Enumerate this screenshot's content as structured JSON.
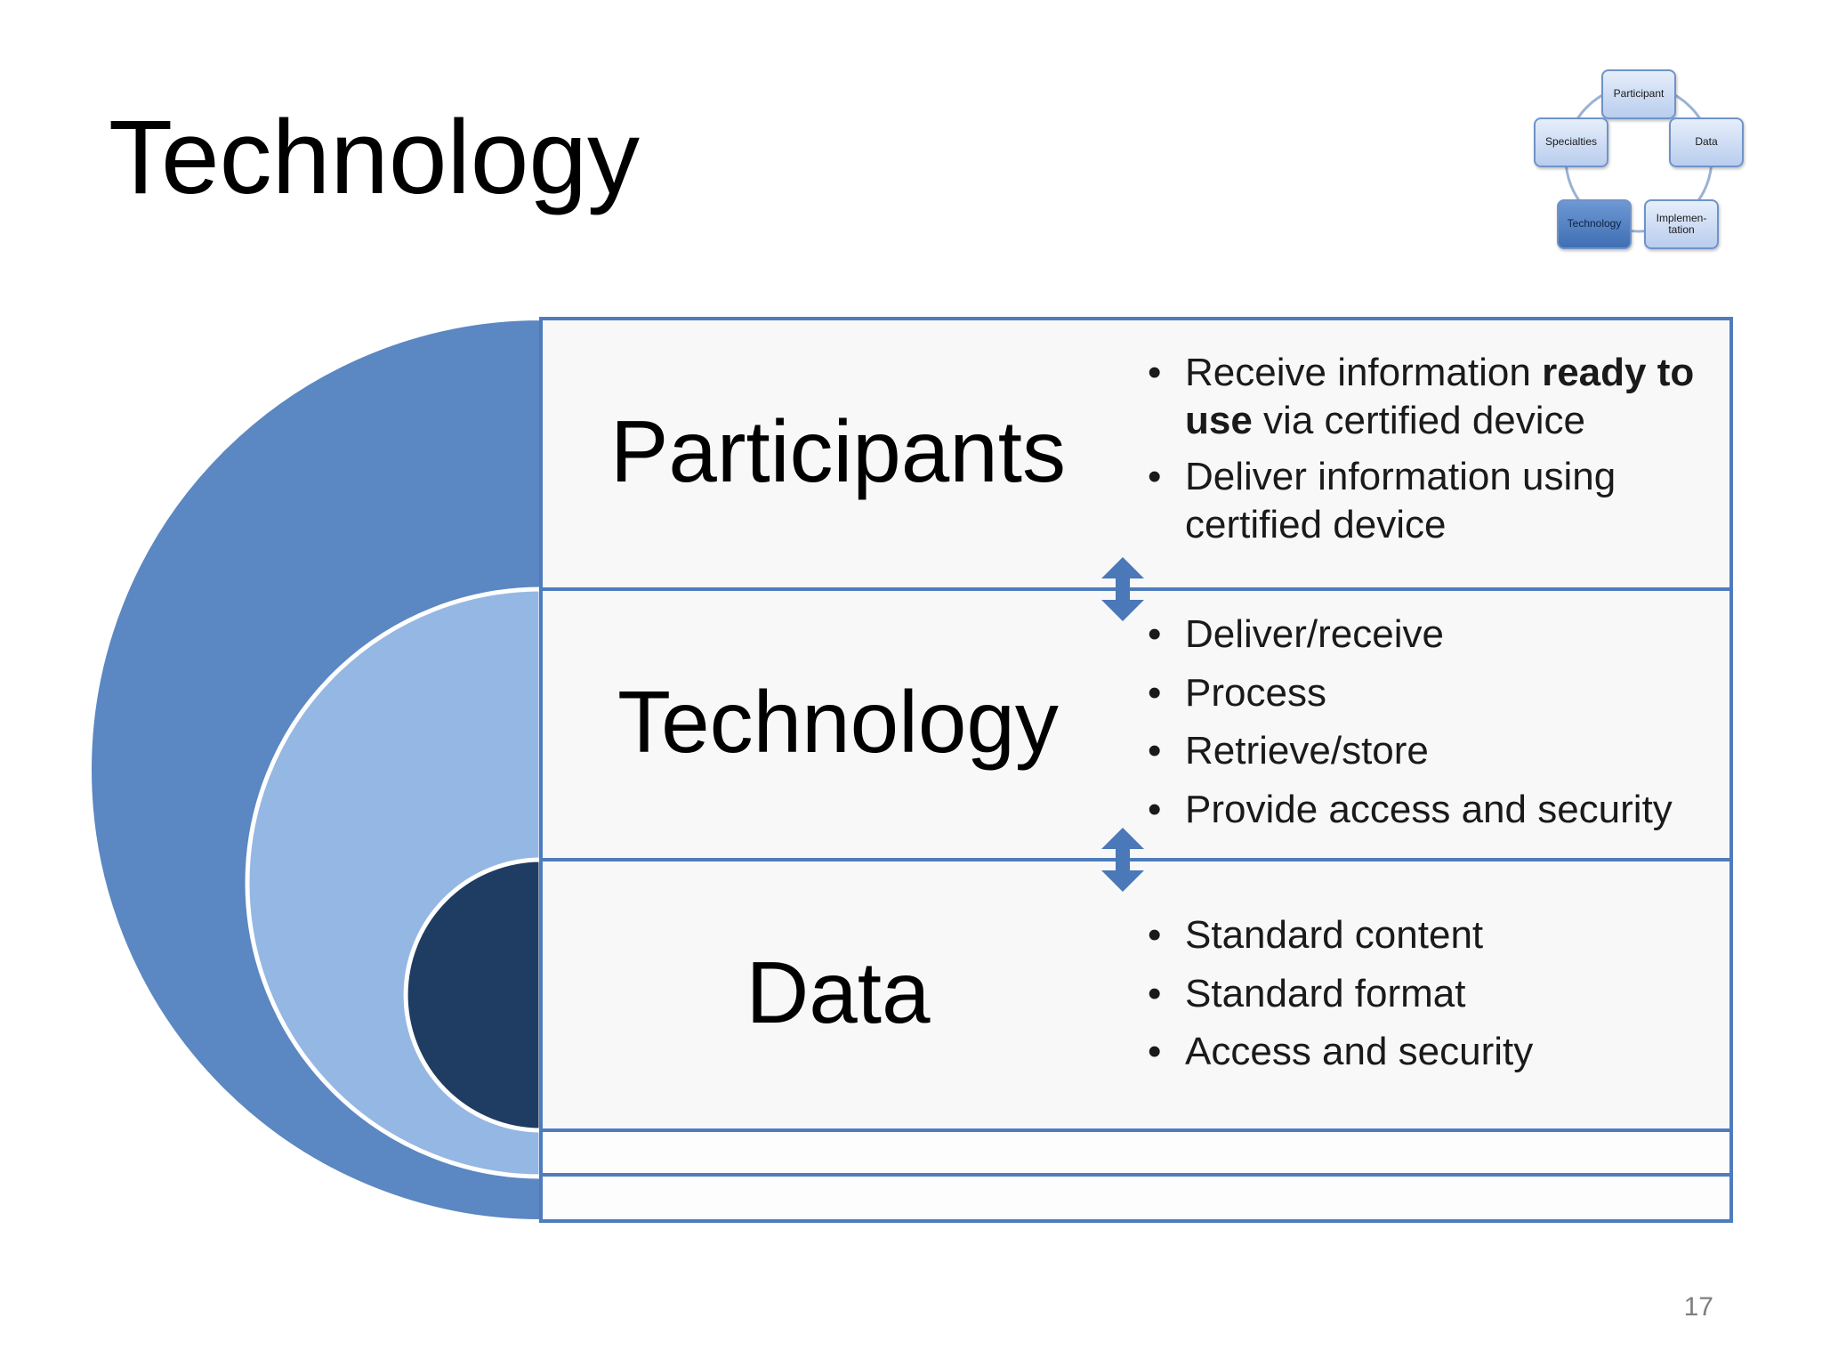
{
  "title": "Technology",
  "page_number": "17",
  "navigator": {
    "nodes": [
      {
        "label": "Participant",
        "active": false
      },
      {
        "label": "Data",
        "active": false
      },
      {
        "label": "Implemen-\ntation",
        "active": false
      },
      {
        "label": "Technology",
        "active": true
      },
      {
        "label": "Specialties",
        "active": false
      }
    ]
  },
  "layers": [
    {
      "label": "Participants",
      "bullets": [
        {
          "parts": [
            {
              "text": "Receive information ",
              "bold": false
            },
            {
              "text": "ready to use",
              "bold": true
            },
            {
              "text": " via certified device",
              "bold": false
            }
          ]
        },
        {
          "parts": [
            {
              "text": "Deliver information using certified device",
              "bold": false
            }
          ]
        }
      ]
    },
    {
      "label": "Technology",
      "bullets": [
        {
          "parts": [
            {
              "text": "Deliver/receive",
              "bold": false
            }
          ]
        },
        {
          "parts": [
            {
              "text": "Process",
              "bold": false
            }
          ]
        },
        {
          "parts": [
            {
              "text": "Retrieve/store",
              "bold": false
            }
          ]
        },
        {
          "parts": [
            {
              "text": "Provide access and security",
              "bold": false
            }
          ]
        }
      ]
    },
    {
      "label": "Data",
      "bullets": [
        {
          "parts": [
            {
              "text": "Standard content",
              "bold": false
            }
          ]
        },
        {
          "parts": [
            {
              "text": "Standard format",
              "bold": false
            }
          ]
        },
        {
          "parts": [
            {
              "text": "Access and security",
              "bold": false
            }
          ]
        }
      ]
    }
  ],
  "colors": {
    "outer_ring": "#5b87c2",
    "middle_ring": "#95b7e4",
    "inner_core": "#1f3c63",
    "panel_border": "#4e7cbd",
    "arrow": "#4a78b8"
  }
}
